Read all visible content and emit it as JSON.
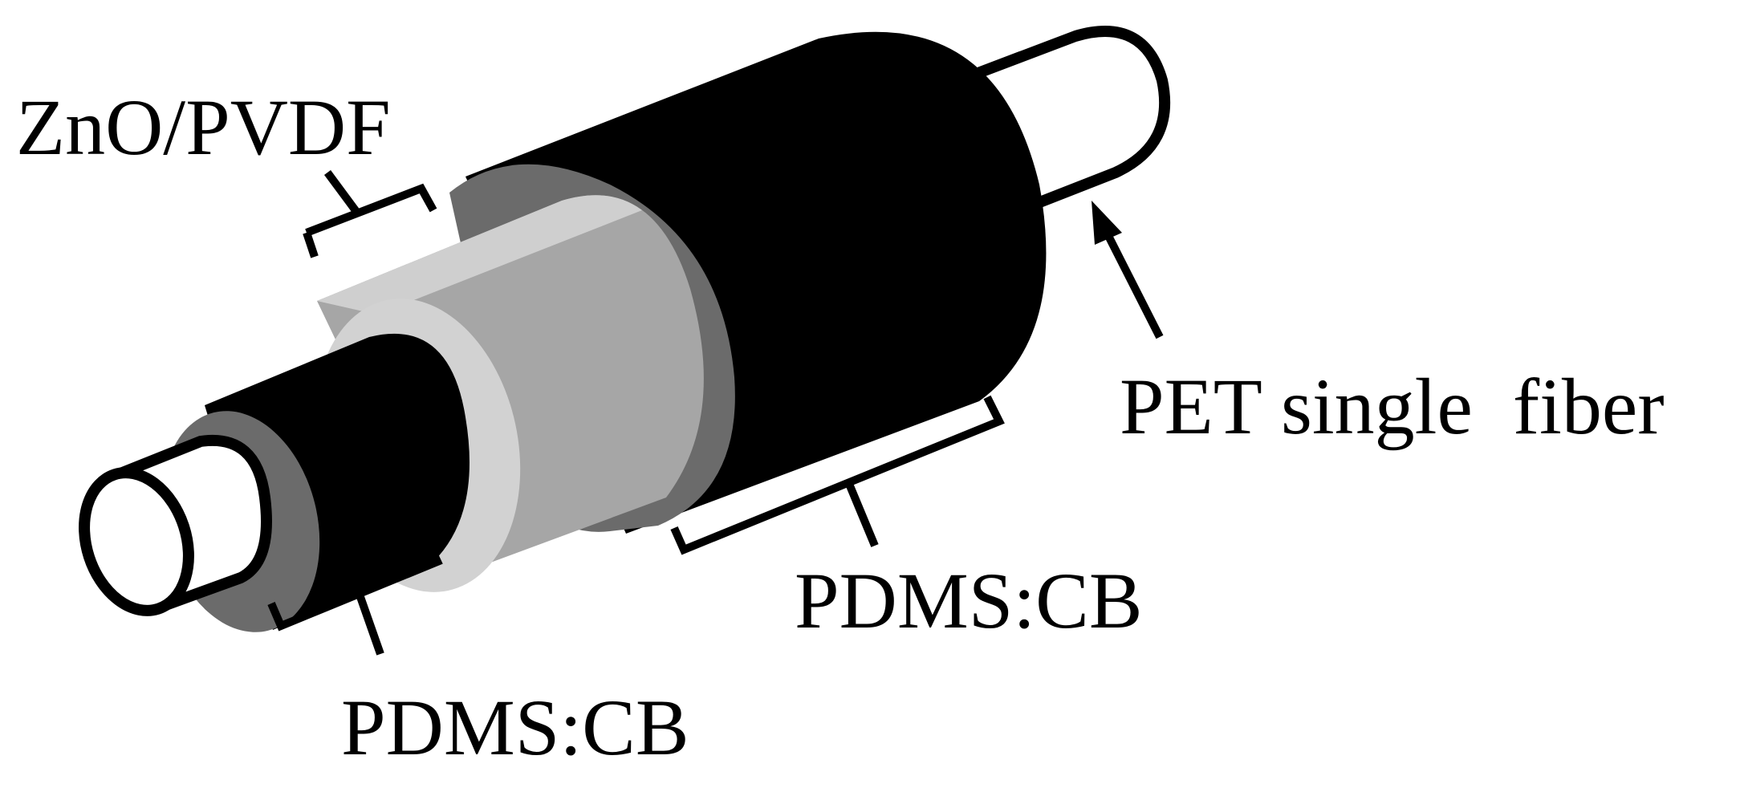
{
  "labels": {
    "zno_pvdf": "ZnO/PVDF",
    "pet_single_fiber": "PET single  fiber",
    "pdms_cb_outer": "PDMS:CB",
    "pdms_cb_inner": "PDMS:CB"
  },
  "colors": {
    "pet_core": "#ffffff",
    "electrode_pdms_cb": "#000000",
    "interlayer": "#6b6b6b",
    "zno_pvdf_layer": "#a6a6a6",
    "zno_pvdf_edge": "#d2d2d2",
    "outline": "#000000",
    "background": "#ffffff"
  }
}
